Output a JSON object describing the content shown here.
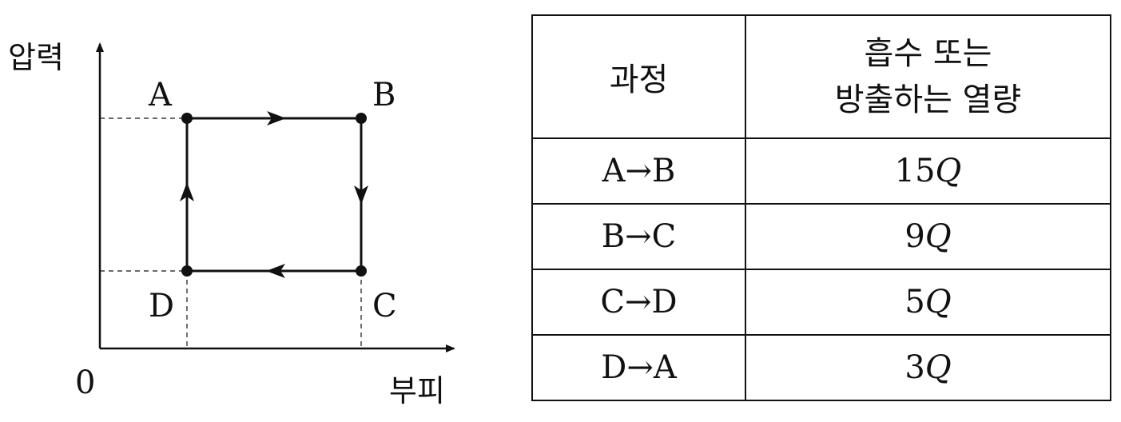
{
  "diagram": {
    "ylabel": "압력",
    "xlabel": "부피",
    "origin": "0",
    "points": {
      "A": "A",
      "B": "B",
      "C": "C",
      "D": "D"
    }
  },
  "table": {
    "header": {
      "process": "과정",
      "heat_line1": "흡수 또는",
      "heat_line2": "방출하는 열량"
    },
    "rows": [
      {
        "process": "A→B",
        "value": "15",
        "unit": "Q"
      },
      {
        "process": "B→C",
        "value": "9",
        "unit": "Q"
      },
      {
        "process": "C→D",
        "value": "5",
        "unit": "Q"
      },
      {
        "process": "D→A",
        "value": "3",
        "unit": "Q"
      }
    ]
  }
}
